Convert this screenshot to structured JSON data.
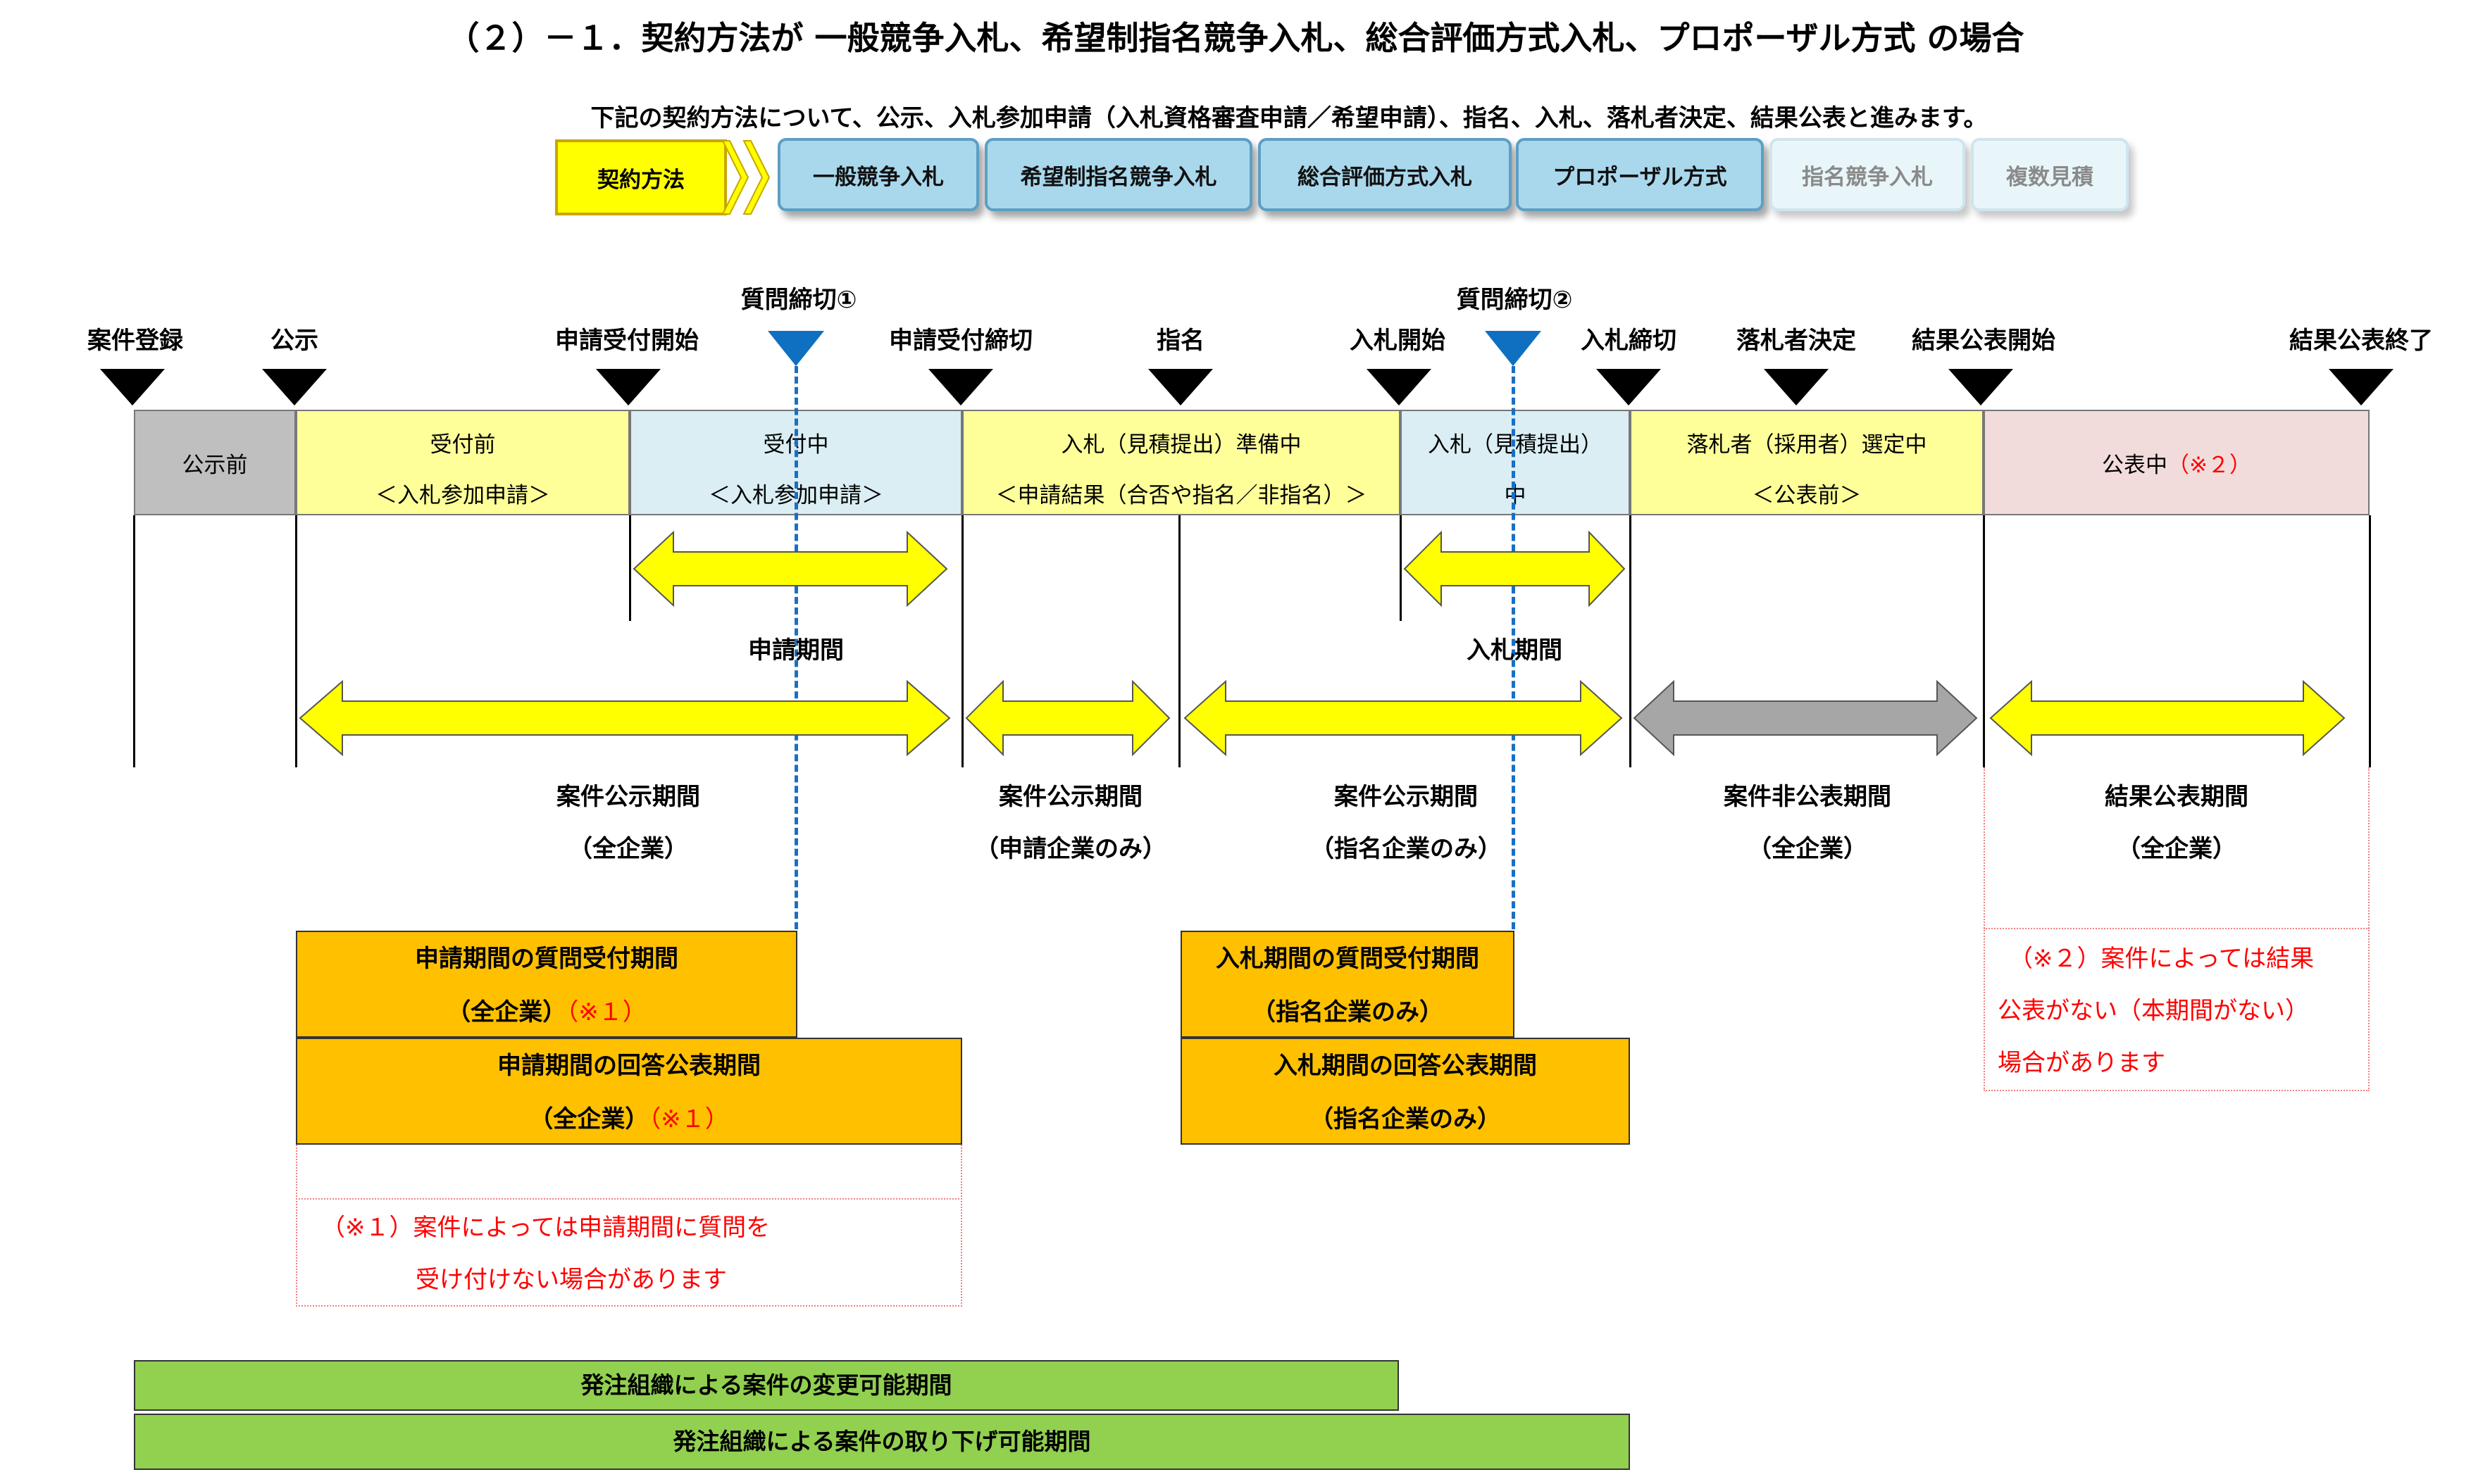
{
  "title": "（２）－１．契約方法が 一般競争入札、希望制指名競争入札、総合評価方式入札、プロポーザル方式 の場合",
  "subtitle": "下記の契約方法について、公示、入札参加申請（入札資格審査申請／希望申請）、指名、入札、落札者決定、結果公表と進みます。",
  "contract_methods": {
    "header_label": "契約方法",
    "items": [
      {
        "label": "一般競争入札",
        "active": true
      },
      {
        "label": "希望制指名競争入札",
        "active": true
      },
      {
        "label": "総合評価方式入札",
        "active": true
      },
      {
        "label": "プロポーザル方式",
        "active": true
      },
      {
        "label": "指名競争入札",
        "active": false
      },
      {
        "label": "複数見積",
        "active": false
      }
    ]
  },
  "milestones": [
    {
      "label": "案件登録"
    },
    {
      "label": "公示"
    },
    {
      "label": "申請受付開始"
    },
    {
      "label": "質問締切①"
    },
    {
      "label": "申請受付締切"
    },
    {
      "label": "指名"
    },
    {
      "label": "入札開始"
    },
    {
      "label": "質問締切②"
    },
    {
      "label": "入札締切"
    },
    {
      "label": "落札者決定"
    },
    {
      "label": "結果公表開始"
    },
    {
      "label": "結果公表終了"
    }
  ],
  "phases": [
    {
      "line1": "公示前",
      "line2": ""
    },
    {
      "line1": "受付前",
      "line2": "＜入札参加申請＞"
    },
    {
      "line1": "受付中",
      "line2": "＜入札参加申請＞"
    },
    {
      "line1": "入札（見積提出）準備中",
      "line2": "＜申請結果（合否や指名／非指名）＞"
    },
    {
      "line1": "入札（見積提出）",
      "line2": "中"
    },
    {
      "line1": "落札者（採用者）選定中",
      "line2": "＜公表前＞"
    },
    {
      "line1": "公表中",
      "line2": "（※２）"
    }
  ],
  "period_labels": {
    "application": "申請期間",
    "bidding": "入札期間"
  },
  "publication_periods": [
    {
      "line1": "案件公示期間",
      "line2": "（全企業）"
    },
    {
      "line1": "案件公示期間",
      "line2": "（申請企業のみ）"
    },
    {
      "line1": "案件公示期間",
      "line2": "（指名企業のみ）"
    },
    {
      "line1": "案件非公表期間",
      "line2": "（全企業）"
    },
    {
      "line1": "結果公表期間",
      "line2": "（全企業）"
    }
  ],
  "question_boxes": [
    {
      "line1": "申請期間の質問受付期間",
      "line2": "（全企業）",
      "note": "（※１）"
    },
    {
      "line1": "申請期間の回答公表期間",
      "line2": "（全企業）",
      "note": "（※１）"
    },
    {
      "line1": "入札期間の質問受付期間",
      "line2": "（指名企業のみ）",
      "note": ""
    },
    {
      "line1": "入札期間の回答公表期間",
      "line2": "（指名企業のみ）",
      "note": ""
    }
  ],
  "notes": {
    "note1": [
      "（※１）案件によっては申請期間に質問を",
      "受け付けない場合があります"
    ],
    "note2": [
      "（※２）案件によっては結果",
      "公表がない（本期間がない）",
      "場合があります"
    ]
  },
  "green_bars": [
    {
      "label": "発注組織による案件の変更可能期間"
    },
    {
      "label": "発注組織による案件の取り下げ可能期間"
    }
  ],
  "colors": {
    "phase_gray": "#bfbfbf",
    "phase_yellow": "#ffff99",
    "phase_blue": "#daeef3",
    "phase_pink": "#f2dcdb",
    "arrow_yellow": "#ffff00",
    "arrow_gray": "#a6a6a6",
    "box_orange": "#ffc000",
    "bar_green": "#92d050",
    "dash_blue": "#1a6fc4"
  }
}
